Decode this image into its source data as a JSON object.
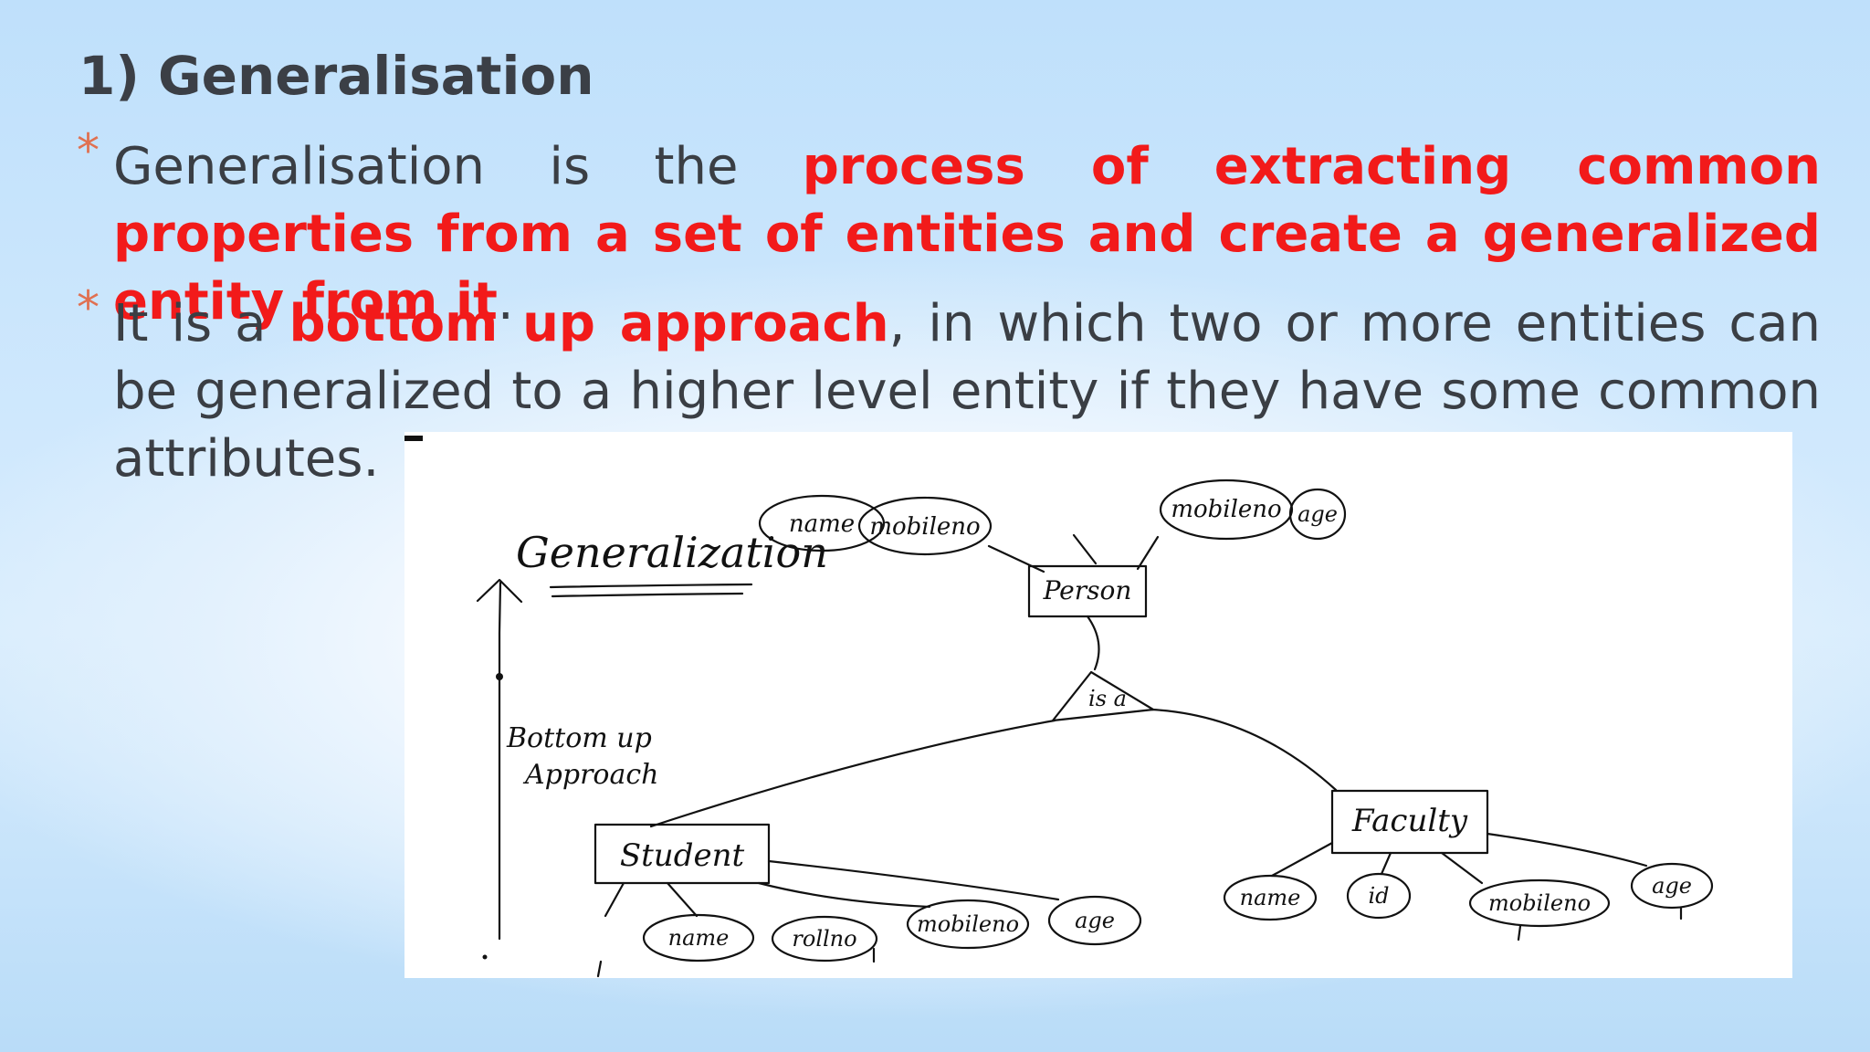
{
  "slide": {
    "title": "1) Generalisation",
    "bullet_marker": "*",
    "bullet1": {
      "pre": "Generalisation is the ",
      "highlight": "process of extracting common properties from a set of entities and create a generalized entity from it",
      "post": "."
    },
    "bullet2": {
      "pre": "It is a ",
      "highlight": "bottom up approach",
      "post": ", in which two or more entities can be generalized to a higher level entity if they have some common attributes."
    },
    "colors": {
      "highlight": "#f21a1a",
      "body_text": "#3a3e44",
      "bullet_marker": "#e07050"
    }
  },
  "diagram": {
    "heading": "Generalization",
    "arrow_label_line1": "Bottom up",
    "arrow_label_line2": "Approach",
    "parent_entity": "Person",
    "relationship": "is a",
    "parent_attributes": [
      "name",
      "mobileno",
      "age"
    ],
    "child_entities": [
      {
        "name": "Student",
        "attributes": [
          "name",
          "rollno",
          "mobileno",
          "age"
        ]
      },
      {
        "name": "Faculty",
        "attributes": [
          "name",
          "id",
          "mobileno",
          "age"
        ]
      }
    ]
  }
}
